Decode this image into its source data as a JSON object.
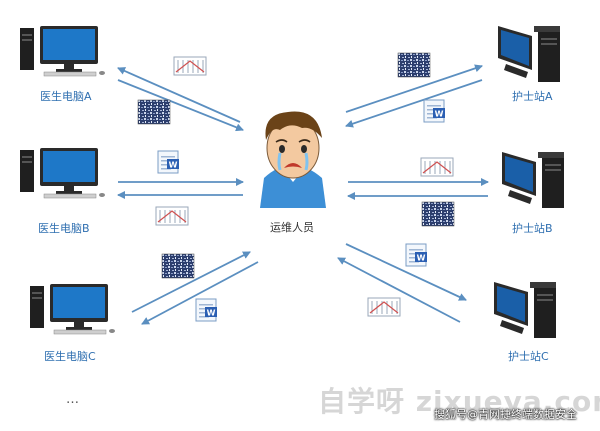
{
  "center": {
    "label": "运维人员"
  },
  "doctors": [
    {
      "label": "医生电脑A"
    },
    {
      "label": "医生电脑B"
    },
    {
      "label": "医生电脑C"
    }
  ],
  "nurses": [
    {
      "label": "护士站A"
    },
    {
      "label": "护士站B"
    },
    {
      "label": "护士站C"
    }
  ],
  "ellipsis": "…",
  "watermark": {
    "site": "自学呀 zixueya.com",
    "credit": "搜狐号@青网捷终端数据安全"
  },
  "colors": {
    "arrow": "#5b8fc0",
    "label": "#2f6fb0",
    "monitor_screen": "#1e78c8",
    "nurse_screen": "#1a5fa8"
  }
}
